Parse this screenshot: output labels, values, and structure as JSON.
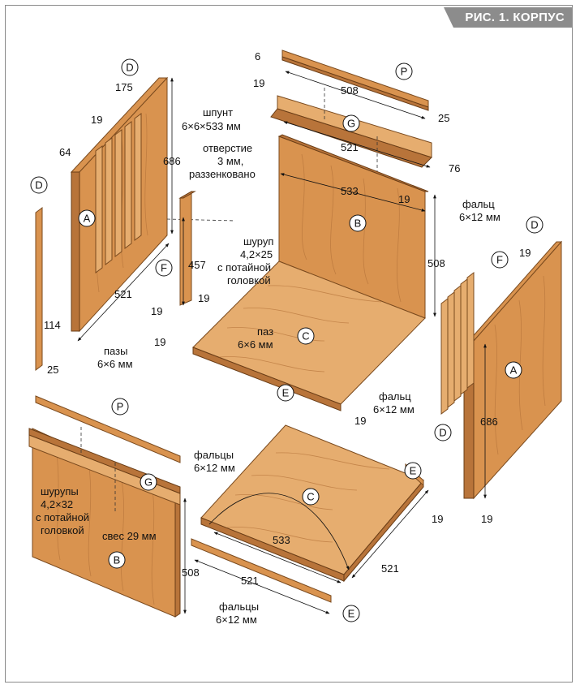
{
  "title": "РИС. 1. КОРПУС",
  "parts": {
    "A1": "A",
    "A2": "A",
    "B1": "B",
    "B2": "B",
    "C1": "C",
    "C2": "C",
    "D1": "D",
    "D2": "D",
    "D3": "D",
    "D4": "D",
    "E1": "E",
    "E2": "E",
    "E3": "E",
    "F1": "F",
    "F2": "F",
    "G1": "G",
    "G2": "G",
    "P1": "P",
    "P2": "P"
  },
  "notes": {
    "tongue": "шпунт",
    "tongue_size": "6×6×533 мм",
    "hole_1": "отверстие",
    "hole_2": "3 мм,",
    "hole_3": "раззенковано",
    "screw_1": "шуруп",
    "screw_2": "4,2×25",
    "screw_3": "с потайной",
    "screw_4": "головкой",
    "grooves_1": "пазы",
    "grooves_2": "6×6 мм",
    "groove_1": "паз",
    "groove_2": "6×6 мм",
    "rabbet_r1": "фальц",
    "rabbet_r2": "6×12 мм",
    "rabbet_c1": "фальц",
    "rabbet_c2": "6×12 мм",
    "rabbets_top1": "фальцы",
    "rabbets_top2": "6×12 мм",
    "screws_1": "шурупы",
    "screws_2": "4,2×32",
    "screws_3": "с потайной",
    "screws_4": "головкой",
    "overhang": "свес 29 мм",
    "rabbets_bot1": "фальцы",
    "rabbets_bot2": "6×12 мм"
  },
  "dims": {
    "d6": "6",
    "d508a": "508",
    "d25a": "25",
    "d19a": "19",
    "d521a": "521",
    "d76": "76",
    "d533a": "533",
    "d19b": "19",
    "d508b": "508",
    "d175": "175",
    "d19c": "19",
    "d64": "64",
    "d686a": "686",
    "d457": "457",
    "d521b": "521",
    "d114": "114",
    "d25b": "25",
    "d19d": "19",
    "d19e": "19",
    "d19f": "19",
    "d19g": "19",
    "d19h": "19",
    "d686b": "686",
    "d19i": "19",
    "d19j": "19",
    "d533b": "533",
    "d521c": "521",
    "d521d": "521",
    "d508c": "508"
  }
}
